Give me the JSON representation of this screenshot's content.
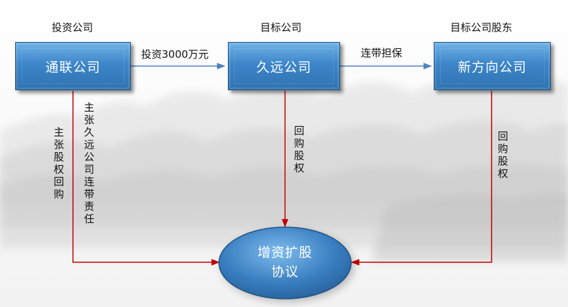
{
  "headers": {
    "investor": "投资公司",
    "target": "目标公司",
    "shareholder": "目标公司股东"
  },
  "boxes": {
    "tonglian": "通联公司",
    "jiuyuan": "久远公司",
    "xinfangxiang": "新方向公司"
  },
  "edges": {
    "invest": "投资3000万元",
    "guarantee": "连带担保",
    "claim_buyback": "主张股权回购",
    "claim_liability": "主张久远公司连带责任",
    "buyback_target": "回购股权",
    "buyback_shareholder": "回购股权"
  },
  "agreement": {
    "line1": "增资扩股",
    "line2": "协议"
  },
  "colors": {
    "box_fill": "#3d86c9",
    "ellipse_fill": "#3a7fc1",
    "arrow_blue": "#4f81bd",
    "arrow_red": "#c00000"
  }
}
